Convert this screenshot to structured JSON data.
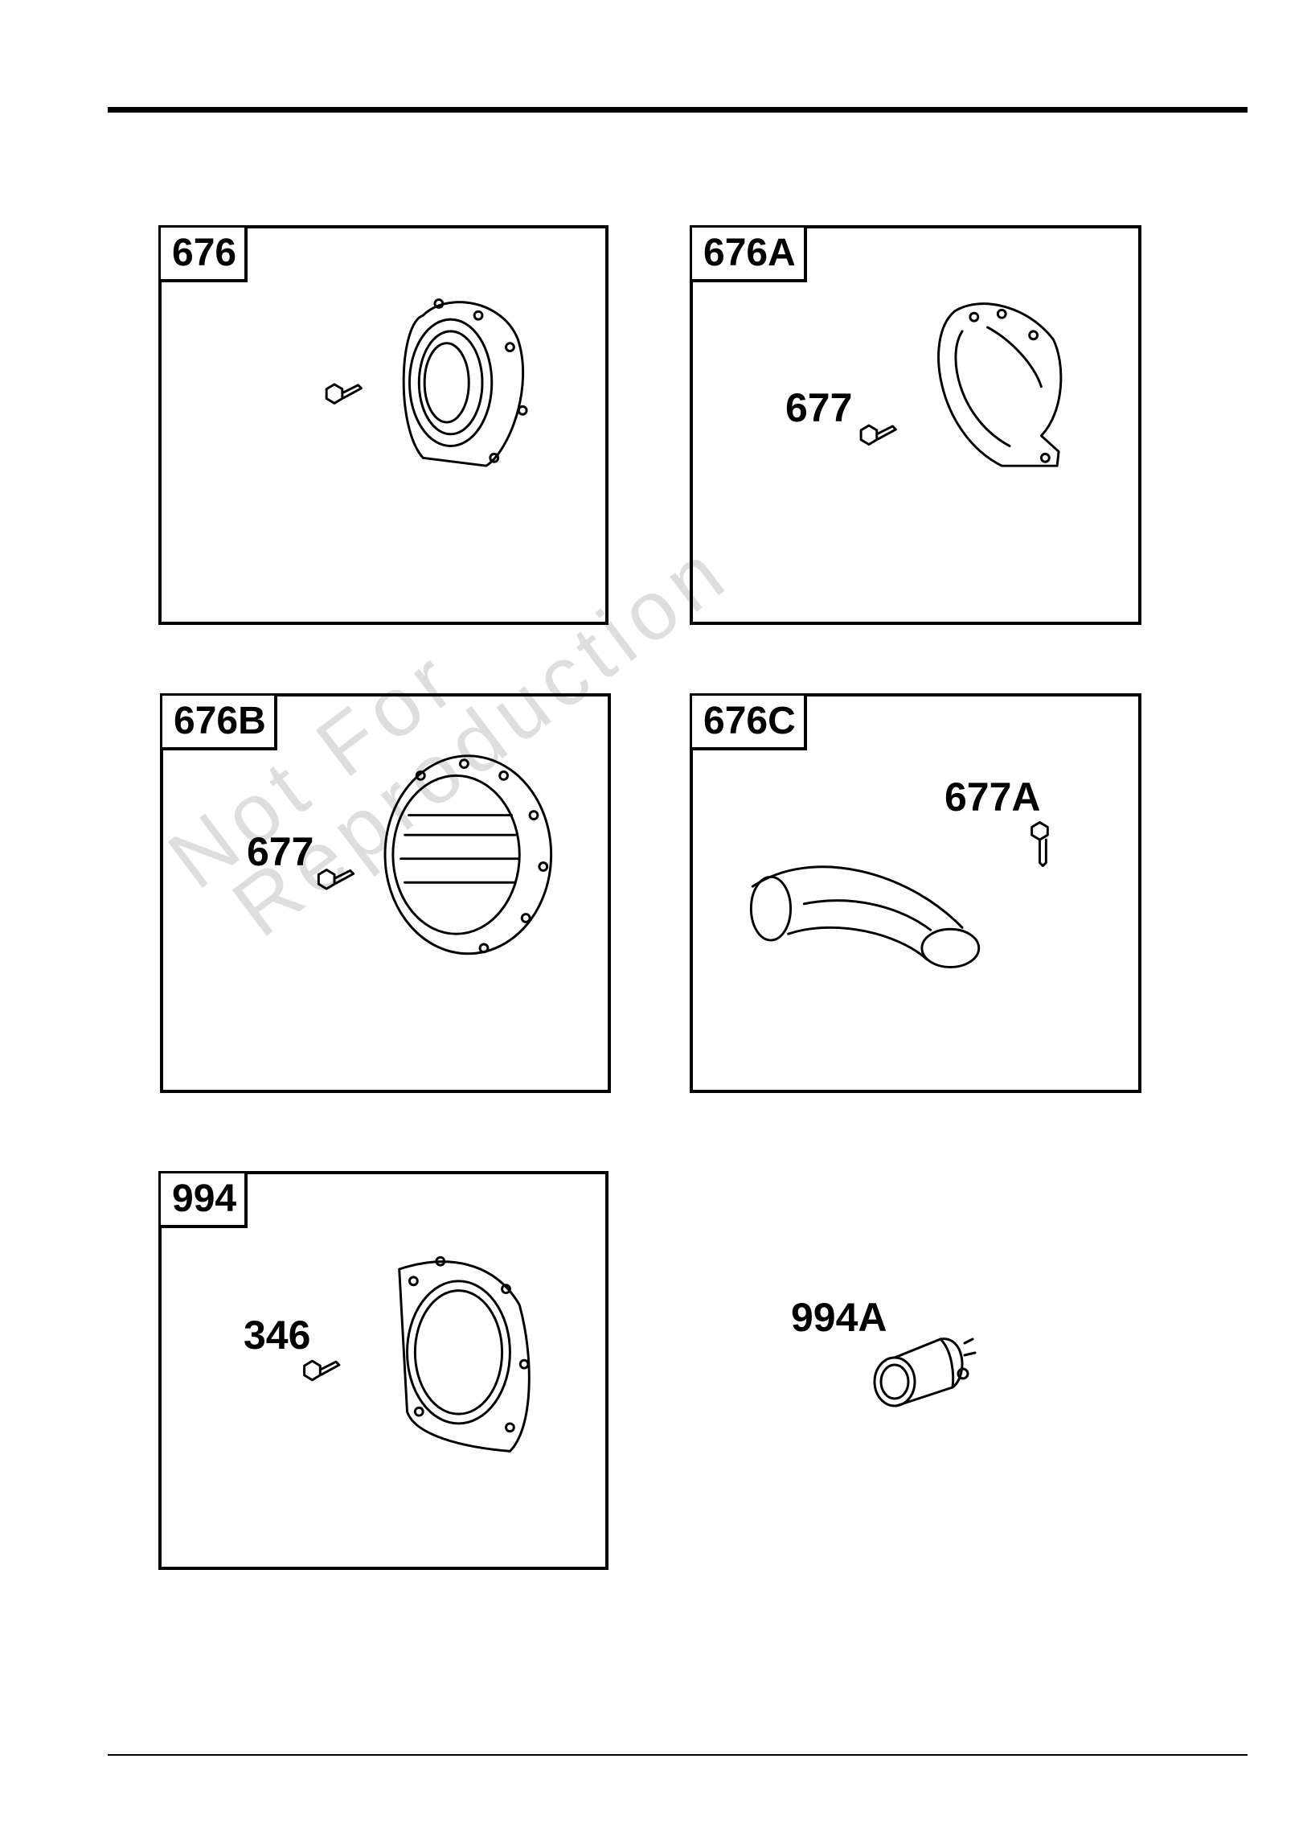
{
  "panels": {
    "p676": {
      "tag": "676"
    },
    "p676a": {
      "tag": "676A",
      "callout": "677"
    },
    "p676b": {
      "tag": "676B",
      "callout": "677"
    },
    "p676c": {
      "tag": "676C",
      "callout": "677A"
    },
    "p994": {
      "tag": "994",
      "callout": "346"
    }
  },
  "loose_part": {
    "callout": "994A"
  },
  "watermark": {
    "line1": "Not For",
    "line2": "Reproduction"
  }
}
